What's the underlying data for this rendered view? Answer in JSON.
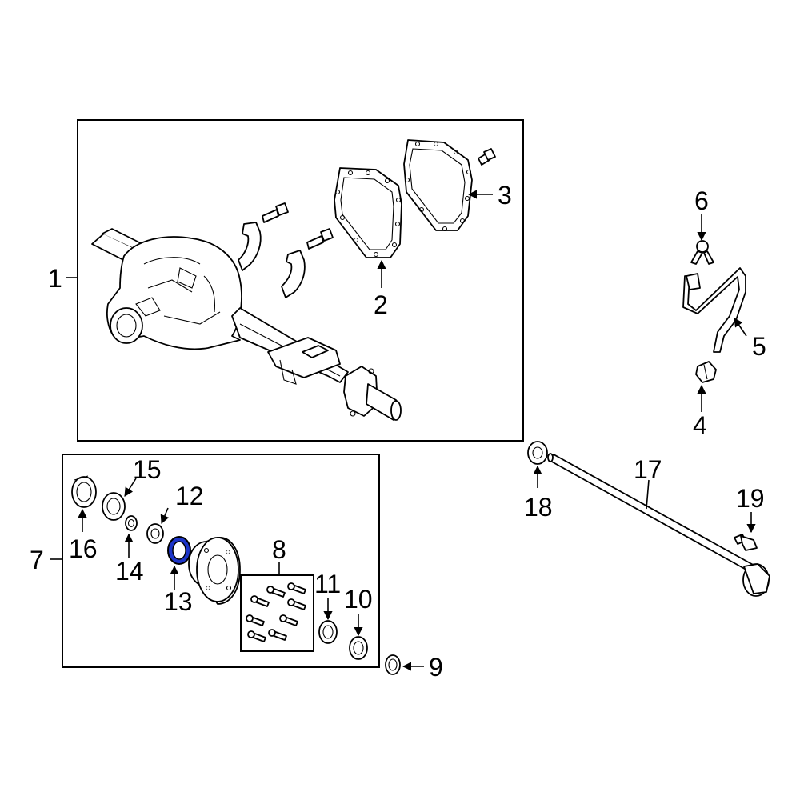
{
  "callouts": {
    "c1": "1",
    "c2": "2",
    "c3": "3",
    "c4": "4",
    "c5": "5",
    "c6": "6",
    "c7": "7",
    "c8": "8",
    "c9": "9",
    "c10": "10",
    "c11": "11",
    "c12": "12",
    "c13": "13",
    "c14": "14",
    "c15": "15",
    "c16": "16",
    "c17": "17",
    "c18": "18",
    "c19": "19"
  },
  "highlight": {
    "part": "13",
    "color": "#1d35c8"
  }
}
